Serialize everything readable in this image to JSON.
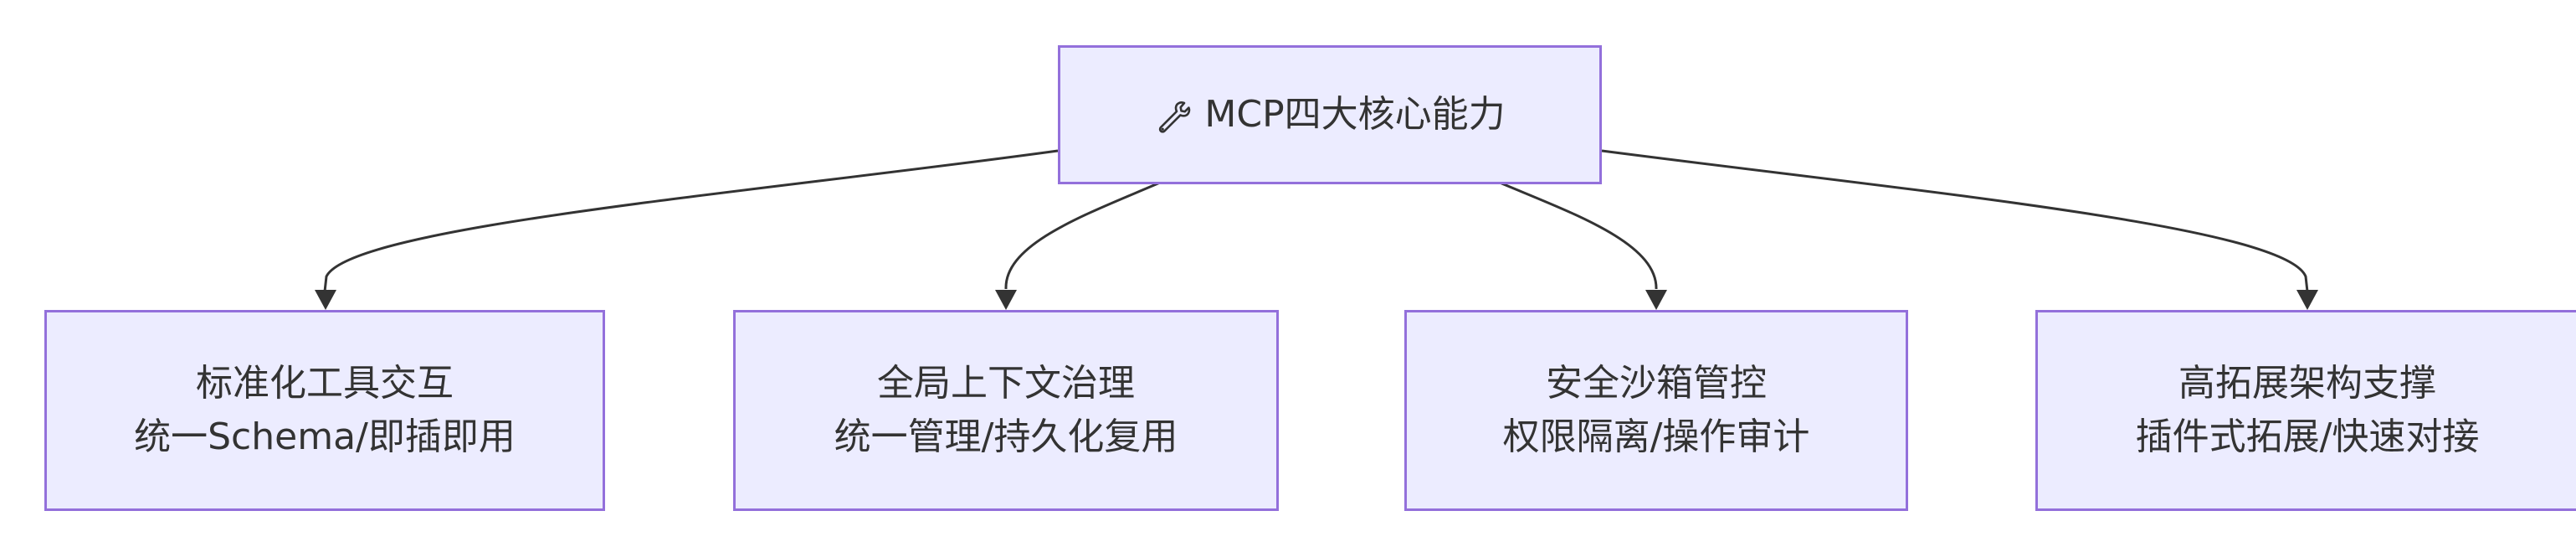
{
  "diagram": {
    "root": {
      "icon": "wrench-icon",
      "label": "MCP四大核心能力"
    },
    "children": [
      {
        "title": "标准化工具交互",
        "subtitle": "统一Schema/即插即用"
      },
      {
        "title": "全局上下文治理",
        "subtitle": "统一管理/持久化复用"
      },
      {
        "title": "安全沙箱管控",
        "subtitle": "权限隔离/操作审计"
      },
      {
        "title": "高拓展架构支撑",
        "subtitle": "插件式拓展/快速对接"
      }
    ],
    "colors": {
      "node_fill": "#ECECFF",
      "node_border": "#9370DB",
      "edge": "#333333",
      "text": "#333333"
    }
  }
}
